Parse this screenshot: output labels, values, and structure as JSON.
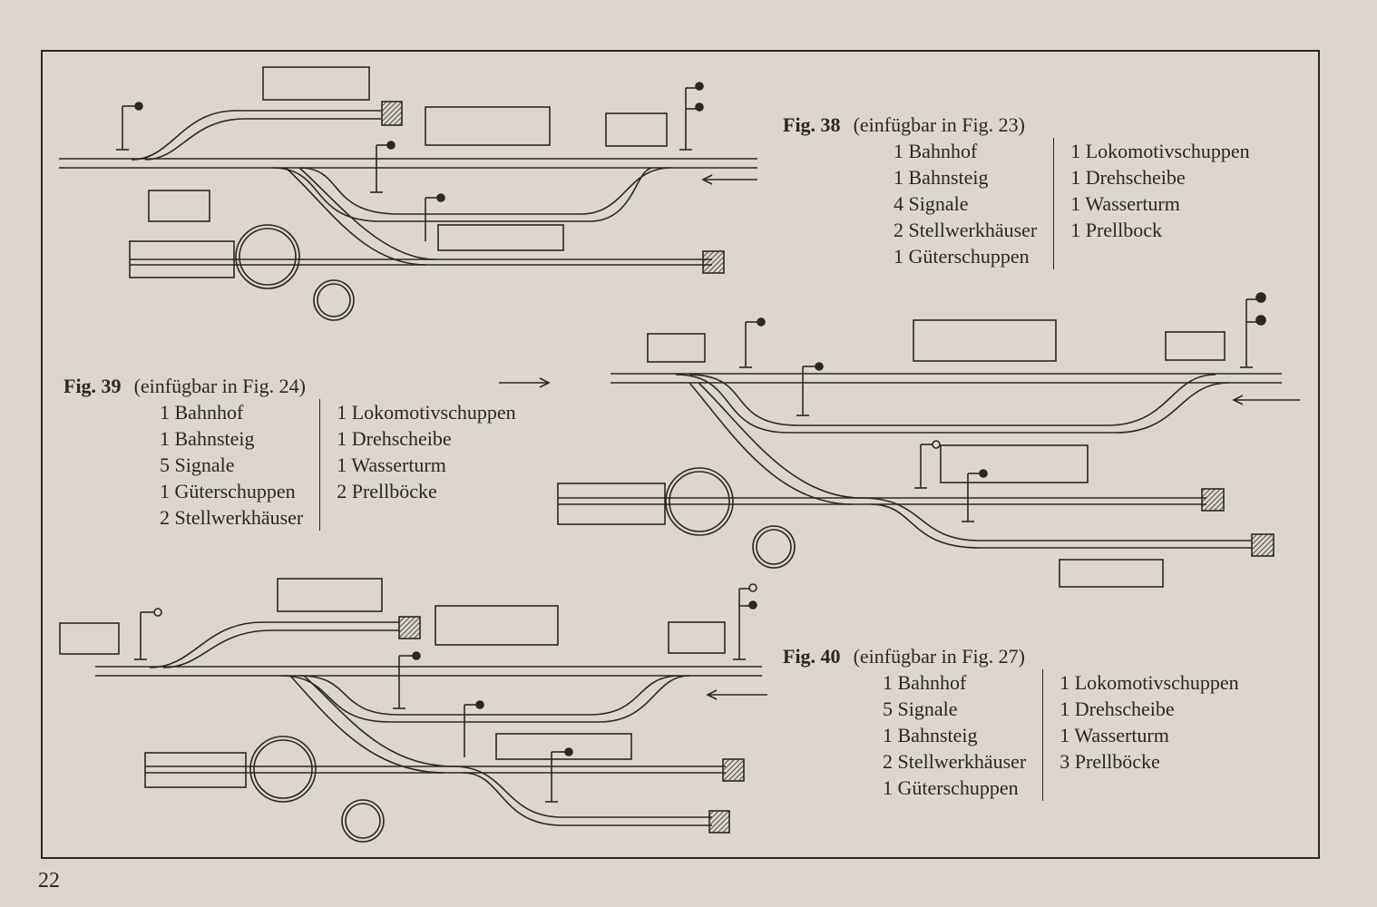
{
  "page_number": "22",
  "figures": [
    {
      "id": "fig38",
      "label": "Fig. 38",
      "note": "(einfügbar in Fig. 23)",
      "left": [
        "1 Bahnhof",
        "1 Bahnsteig",
        "4 Signale",
        "2 Stellwerkhäuser",
        "1 Güterschuppen"
      ],
      "right": [
        "1 Lokomotivschuppen",
        "1 Drehscheibe",
        "1 Wasserturm",
        "1 Prellbock"
      ]
    },
    {
      "id": "fig39",
      "label": "Fig. 39",
      "note": "(einfügbar in Fig. 24)",
      "left": [
        "1 Bahnhof",
        "1 Bahnsteig",
        "5 Signale",
        "1 Güterschuppen",
        "2 Stellwerkhäuser"
      ],
      "right": [
        "1 Lokomotivschuppen",
        "1 Drehscheibe",
        "1 Wasserturm",
        "2 Prellböcke"
      ]
    },
    {
      "id": "fig40",
      "label": "Fig. 40",
      "note": "(einfügbar in Fig. 27)",
      "left": [
        "1 Bahnhof",
        "5 Signale",
        "1 Bahnsteig",
        "2 Stellwerkhäuser",
        "1 Güterschuppen"
      ],
      "right": [
        "1 Lokomotivschuppen",
        "1 Drehscheibe",
        "1 Wasserturm",
        "3 Prellböcke"
      ]
    }
  ]
}
